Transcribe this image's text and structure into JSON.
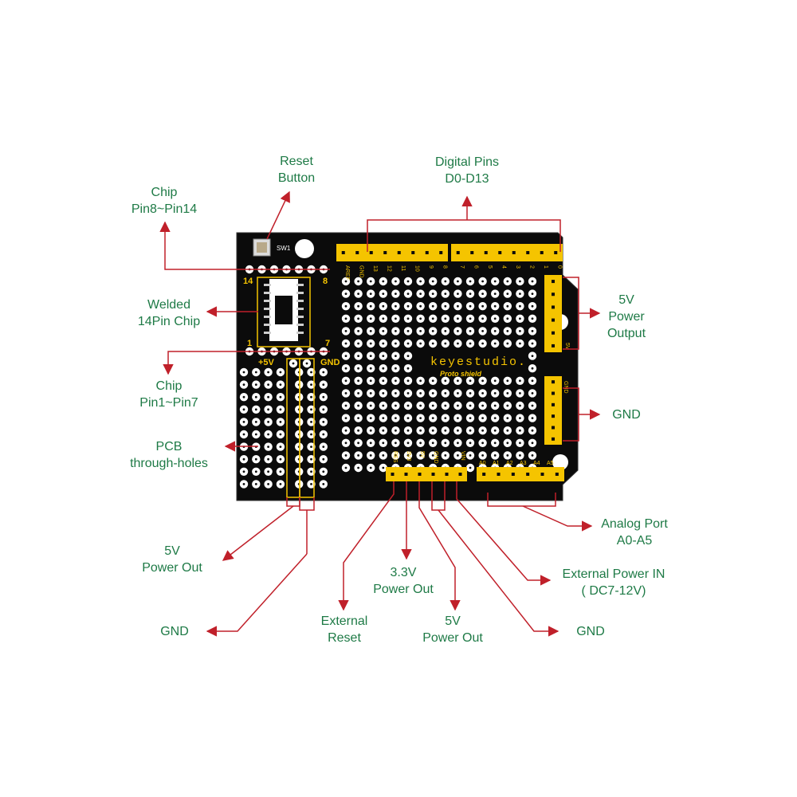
{
  "colors": {
    "board": "#0b0b0b",
    "pad": "#ffffff",
    "header": "#f5c400",
    "silkscreen": "#f5c400",
    "arrow": "#c0202a",
    "label": "#1e7a46"
  },
  "labels": {
    "reset_button": [
      "Reset",
      "Button"
    ],
    "digital_pins": [
      "Digital Pins",
      "D0-D13"
    ],
    "chip_pin8_14": [
      "Chip",
      "Pin8~Pin14"
    ],
    "welded_chip": [
      "Welded",
      "14Pin Chip"
    ],
    "chip_pin1_7": [
      "Chip",
      "Pin1~Pin7"
    ],
    "pcb_holes": [
      "PCB",
      "through-holes"
    ],
    "power_5v_output": [
      "5V",
      "Power",
      "Output"
    ],
    "gnd_right": [
      "GND"
    ],
    "analog_port": [
      "Analog  Port",
      "A0-A5"
    ],
    "ext_power_in": [
      "External Power IN",
      "( DC7-12V)"
    ],
    "gnd_bottom_right": [
      "GND"
    ],
    "power_5v_out_mid": [
      "5V",
      "Power Out"
    ],
    "power_3v3_out": [
      "3.3V",
      "Power Out"
    ],
    "external_reset": [
      "External",
      "Reset"
    ],
    "gnd_bottom_left": [
      "GND"
    ],
    "power_5v_out_left": [
      "5V",
      "Power Out"
    ]
  },
  "board": {
    "brand": "keyestudio.",
    "model": "Proto shield",
    "switch_label": "SW1",
    "chip_pin_14": "14",
    "chip_pin_8": "8",
    "chip_pin_1": "1",
    "chip_pin_7": "7",
    "rail_5v": "+5V",
    "rail_gnd": "GND",
    "top_left_pins": [
      "AREF",
      "GND",
      "13",
      "12",
      "11",
      "10",
      "9",
      "8"
    ],
    "top_right_pins": [
      "7",
      "6",
      "5",
      "4",
      "3",
      "2",
      "1",
      "0"
    ],
    "power_pins": [
      "RES",
      "3V3",
      "5V",
      "GND",
      "",
      "VIN"
    ],
    "analog_pins": [
      "A0",
      "A1",
      "A2",
      "A3",
      "A4",
      "A5"
    ],
    "right_header_label": "5V",
    "right_gnd_label": "GND"
  }
}
